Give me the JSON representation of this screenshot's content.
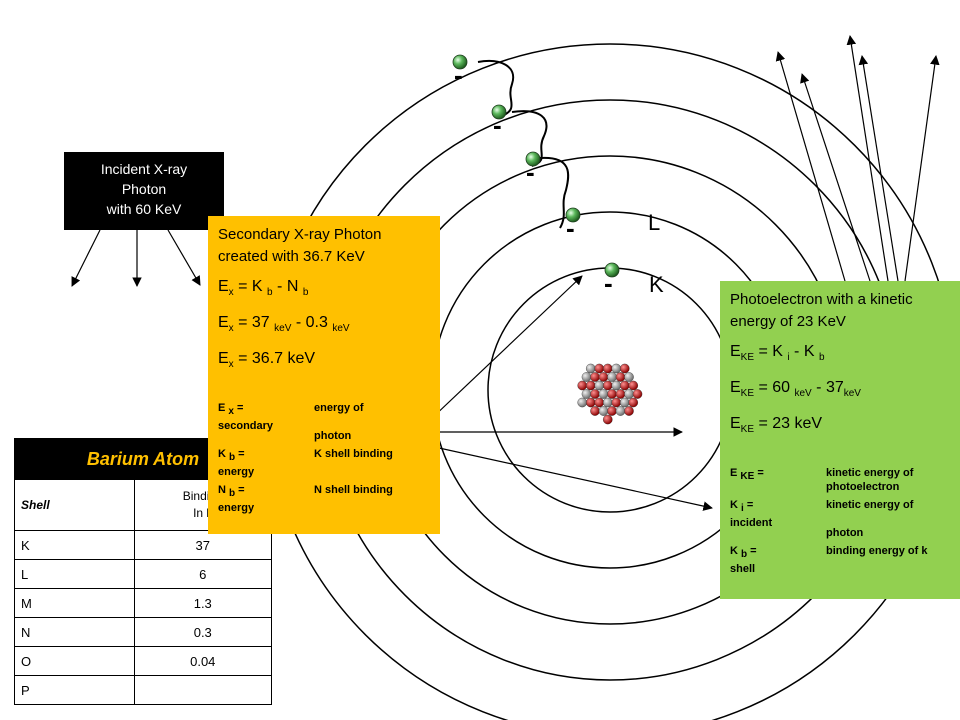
{
  "incident": {
    "lines": [
      "Incident X-ray",
      "Photon",
      "with  60 KeV"
    ]
  },
  "shell_labels": {
    "L": "L",
    "K": "K"
  },
  "electron_sign": "-",
  "table": {
    "title": "Barium Atom",
    "header": {
      "shell": "Shell",
      "binding_line1": "Binding",
      "binding_line2": "In k"
    },
    "rows": [
      {
        "shell": "K",
        "value": "37"
      },
      {
        "shell": "L",
        "value": "6"
      },
      {
        "shell": "M",
        "value": "1.3"
      },
      {
        "shell": "N",
        "value": "0.3"
      },
      {
        "shell": "O",
        "value": "0.04"
      },
      {
        "shell": "P",
        "value": ""
      }
    ]
  },
  "secondary": {
    "title": "Secondary X-ray Photon created with 36.7 KeV",
    "eq1": {
      "l": "E",
      "ls": "x",
      "eq": " = K",
      "s1": "b",
      "mid": " - N",
      "s2": "b"
    },
    "eq2": {
      "l": "E",
      "ls": "x",
      "eq": " = 37",
      "u1": "keV",
      "mid": " - 0.3",
      "u2": "keV"
    },
    "eq3": {
      "l": "E",
      "ls": "x",
      "rest": " = 36.7 keV"
    },
    "legend": [
      {
        "term": "E",
        "sub": "x",
        "suffix": " =",
        "desc": "energy of",
        "tail": "secondary",
        "desc2": "photon"
      },
      {
        "term": "K",
        "sub": "b",
        "suffix": " =",
        "desc": "K shell binding",
        "tail": "energy"
      },
      {
        "term": "N",
        "sub": "b",
        "suffix": " =",
        "desc": "N shell binding",
        "tail": "energy"
      }
    ]
  },
  "photo": {
    "title": "Photoelectron  with a kinetic energy of 23 KeV",
    "eq1": {
      "l": "E",
      "ls": "KE",
      "eq": " = K",
      "s1": "i",
      "mid": " - K",
      "s2": "b"
    },
    "eq2": {
      "l": "E",
      "ls": "KE",
      "eq": " = 60",
      "u1": "keV",
      "mid": " - 37",
      "u2": "keV"
    },
    "eq3": {
      "l": "E",
      "ls": "KE",
      "rest": " = 23 keV"
    },
    "legend": [
      {
        "term": "E",
        "sub": "KE",
        "suffix": " =",
        "desc": "kinetic energy of photoelectron",
        "tail": ""
      },
      {
        "term": "K",
        "sub": "i",
        "suffix": " =",
        "desc": "kinetic energy of",
        "tail": "incident",
        "desc2": "photon"
      },
      {
        "term": "K",
        "sub": "b",
        "suffix": " =",
        "desc": "binding energy of k",
        "tail": "shell"
      }
    ]
  },
  "colors": {
    "electron": "#5cb85c",
    "proton": "#c00000",
    "neutron": "#a6a6a6",
    "secondary_bg": "#ffc000",
    "photo_bg": "#92d050",
    "title_text": "#ffc000"
  }
}
